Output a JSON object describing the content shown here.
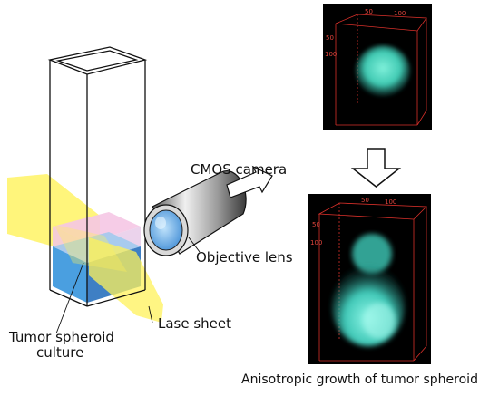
{
  "labels": {
    "camera": "CMOS camera",
    "objective": "Objective lens",
    "sheet": "Lase sheet",
    "culture_line1": "Tumor spheroid",
    "culture_line2": "culture",
    "caption": "Anisotropic growth of tumor spheroid"
  },
  "panels": {
    "top_ticks": [
      "50",
      "100",
      "50",
      "100"
    ],
    "bottom_ticks": [
      "50",
      "100",
      "50",
      "100"
    ]
  },
  "colors": {
    "box_red": "#d8302a",
    "spheroid": "#48e0c8",
    "laser": "#fff25a",
    "pink_layer": "#f3bfe0",
    "blue_layer": "#4a9fe0"
  }
}
